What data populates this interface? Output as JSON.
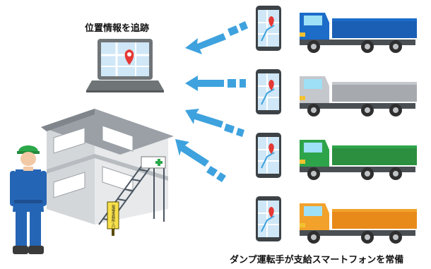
{
  "labels": {
    "top_caption": "位置情報を追跡",
    "bottom_caption": "ダンプ運転手が支給スマートフォンを常備",
    "office_sign": "現場事務所入口"
  },
  "trucks": [
    {
      "color_name": "blue",
      "cab": "#1c6cc8",
      "bed": "#1a5fb4"
    },
    {
      "color_name": "gray",
      "cab": "#c4c8cc",
      "bed": "#a6aaae"
    },
    {
      "color_name": "green",
      "cab": "#2ea44a",
      "bed": "#2b8f3f"
    },
    {
      "color_name": "orange",
      "cab": "#f2a22b",
      "bed": "#e88a1a"
    }
  ],
  "colors": {
    "arrow": "#3ea2de",
    "map_bg": "#cfe7f7",
    "pin": "#e53935",
    "helmet": "#2aa84a",
    "uniform": "#2565b5",
    "building_wall": "#eceeef",
    "building_roof": "#9aa0a6",
    "cross": "#2aa84a"
  }
}
